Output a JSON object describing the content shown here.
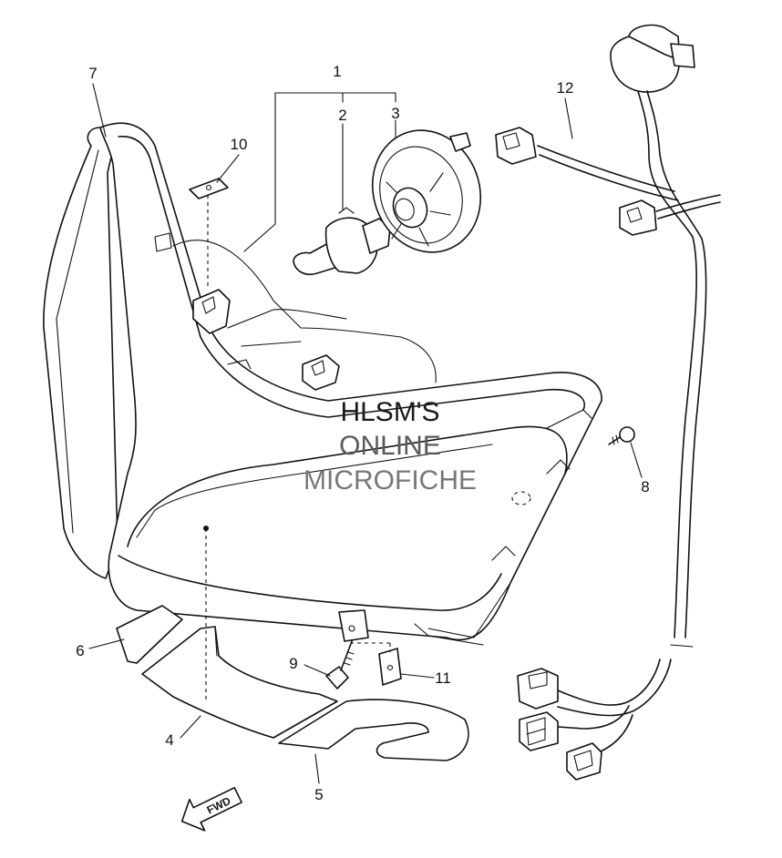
{
  "watermark": {
    "line1": "HLSM'S",
    "line2": "ONLINE",
    "line3": "MICROFICHE",
    "colors": {
      "line1": "#1a1a1a",
      "line2": "#5a5a5a",
      "line3": "#777777"
    }
  },
  "callouts": [
    "1",
    "2",
    "3",
    "4",
    "5",
    "6",
    "7",
    "8",
    "9",
    "10",
    "11",
    "12"
  ],
  "fwd_label": "FWD"
}
